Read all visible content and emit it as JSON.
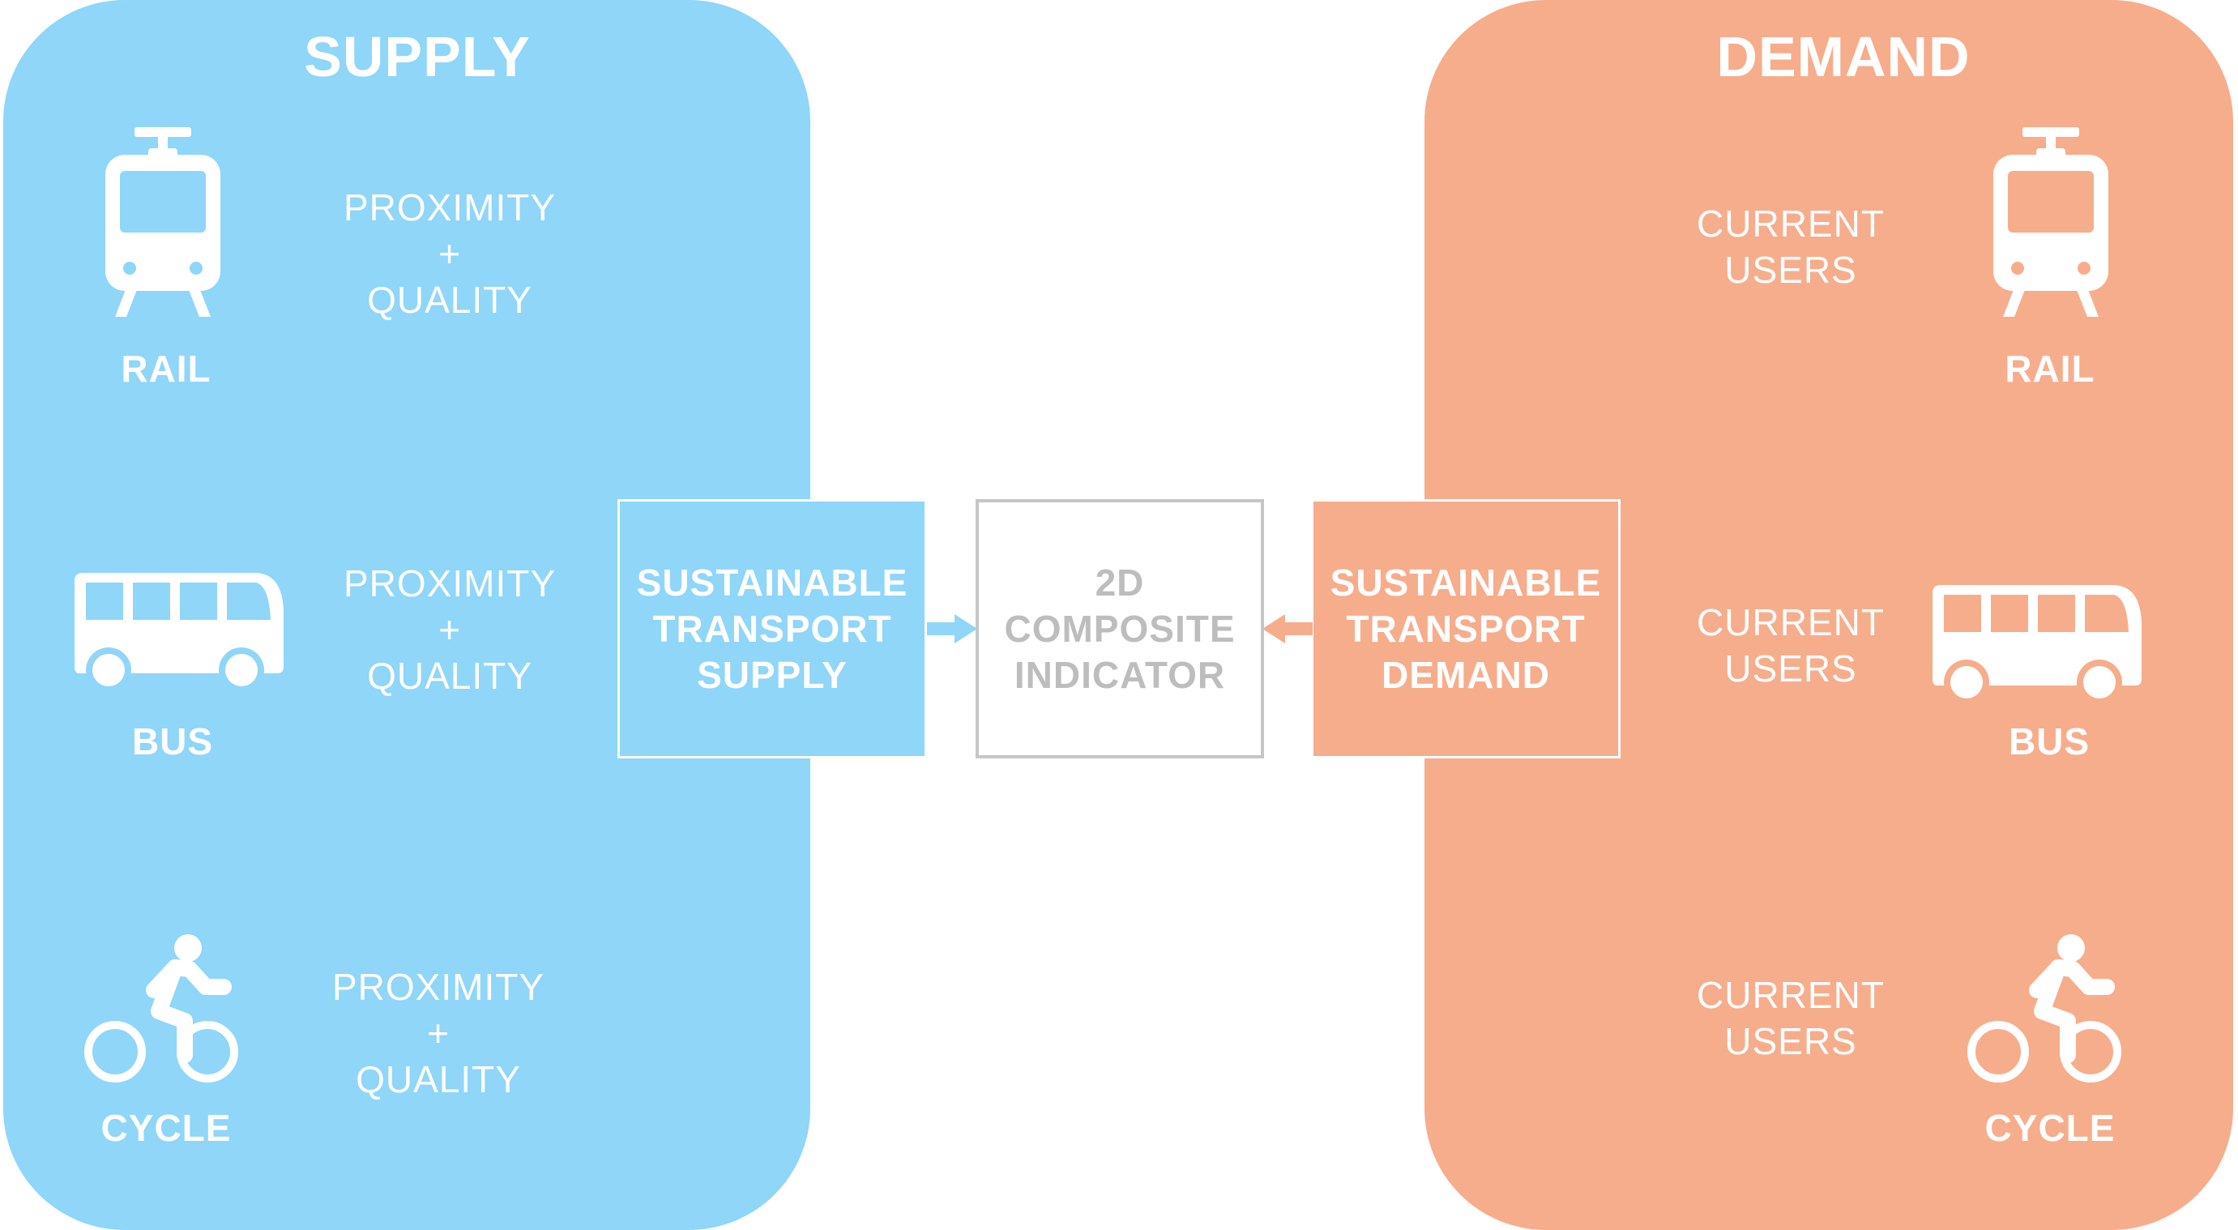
{
  "supply": {
    "title": "SUPPLY",
    "color": "#8fd6f8",
    "modes": [
      {
        "icon": "train-icon",
        "label": "RAIL",
        "line1": "PROXIMITY",
        "line2": "+",
        "line3": "QUALITY"
      },
      {
        "icon": "bus-icon",
        "label": "BUS",
        "line1": "PROXIMITY",
        "line2": "+",
        "line3": "QUALITY"
      },
      {
        "icon": "cyclist-icon",
        "label": "CYCLE",
        "line1": "PROXIMITY",
        "line2": "+",
        "line3": "QUALITY"
      }
    ]
  },
  "demand": {
    "title": "DEMAND",
    "color": "#f6ad8c",
    "modes": [
      {
        "icon": "train-icon",
        "label": "RAIL",
        "line1": "CURRENT",
        "line2": "USERS"
      },
      {
        "icon": "bus-icon",
        "label": "BUS",
        "line1": "CURRENT",
        "line2": "USERS"
      },
      {
        "icon": "cyclist-icon",
        "label": "CYCLE",
        "line1": "CURRENT",
        "line2": "USERS"
      }
    ]
  },
  "center": {
    "supply_box": {
      "line1": "SUSTAINABLE",
      "line2": "TRANSPORT",
      "line3": "SUPPLY"
    },
    "composite_box": {
      "line1": "2D",
      "line2": "COMPOSITE",
      "line3": "INDICATOR",
      "border_color": "#c6c6c6",
      "text_color": "#bdbdbd"
    },
    "demand_box": {
      "line1": "SUSTAINABLE",
      "line2": "TRANSPORT",
      "line3": "DEMAND"
    }
  }
}
